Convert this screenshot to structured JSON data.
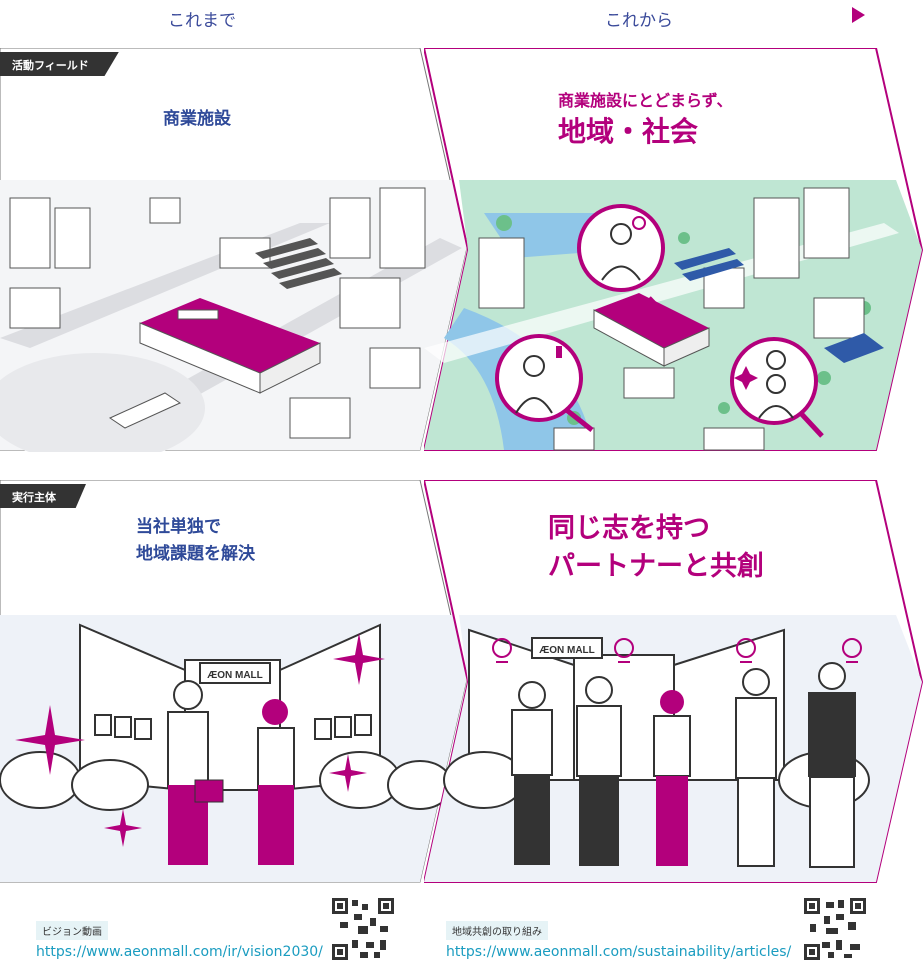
{
  "columns": {
    "before": "これまで",
    "after": "これから"
  },
  "rows": [
    {
      "tag": "活動フィールド",
      "before_title": [
        "商業施設"
      ],
      "after_title_small": "商業施設にとどまらず、",
      "after_title_big": "地域・社会"
    },
    {
      "tag": "実行主体",
      "before_title": [
        "当社単独で",
        "地域課題を解決"
      ],
      "after_title_lines": [
        "同じ志を持つ",
        "パートナーと共創"
      ]
    }
  ],
  "mall_sign": "ÆON MALL",
  "footer": [
    {
      "badge": "ビジョン動画",
      "url": "https://www.aeonmall.com/ir/vision2030/"
    },
    {
      "badge": "地域共創の取り組み",
      "url": "https://www.aeonmall.com/sustainability/articles/"
    }
  ],
  "colors": {
    "magenta": "#b3007c",
    "blue": "#2f4a99",
    "link": "#1a9cc0",
    "dark": "#333333"
  }
}
